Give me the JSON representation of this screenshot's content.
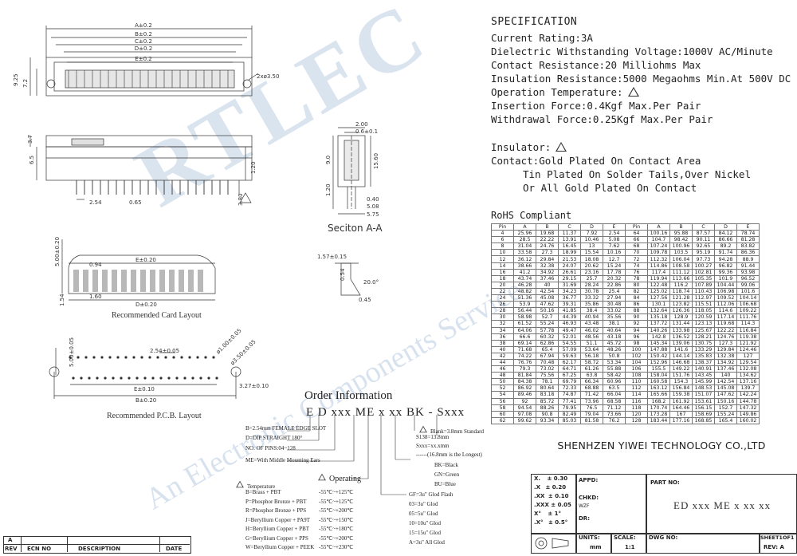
{
  "spec": {
    "title": "SPECIFICATION",
    "lines": [
      "Current Rating:3A",
      "Dielectric Withstanding Voltage:1000V AC/Minute",
      "Contact Resistance:20 Milliohms Max",
      "Insulation Resistance:5000 Megaohms Min.At 500V DC",
      "Operation Temperature:",
      "Insertion Force:0.4Kgf Max.Per Pair",
      "Withdrawal Force:0.25Kgf Max.Per Pair"
    ],
    "insulator": "Insulator:",
    "contact": "Contact:Gold Plated On Contact Area",
    "contact_2": "Tin Plated On Solder Tails,Over Nickel",
    "contact_3": "Or All Gold Plated On Contact"
  },
  "rohs": "RoHS Compliant",
  "dim_table": {
    "headers": [
      "Pin",
      "A",
      "B",
      "C",
      "D",
      "E",
      "Pin",
      "A",
      "B",
      "C",
      "D",
      "E"
    ],
    "rows": [
      [
        "4",
        "25.96",
        "19.68",
        "11.37",
        "7.92",
        "2.54",
        "64",
        "100.16",
        "95.88",
        "87.57",
        "84.12",
        "78.74"
      ],
      [
        "6",
        "28.5",
        "22.22",
        "13.91",
        "10.46",
        "5.08",
        "66",
        "104.7",
        "98.42",
        "90.11",
        "86.66",
        "81.28"
      ],
      [
        "8",
        "31.04",
        "24.76",
        "16.45",
        "13",
        "7.62",
        "68",
        "107.24",
        "100.96",
        "92.65",
        "89.2",
        "83.82"
      ],
      [
        "10",
        "33.58",
        "27.3",
        "18.99",
        "15.54",
        "10.16",
        "70",
        "109.78",
        "103.5",
        "95.19",
        "91.74",
        "86.36"
      ],
      [
        "12",
        "36.12",
        "29.84",
        "21.53",
        "18.08",
        "12.7",
        "72",
        "112.32",
        "106.04",
        "97.73",
        "94.28",
        "88.9"
      ],
      [
        "14",
        "38.66",
        "32.38",
        "24.07",
        "20.62",
        "15.24",
        "74",
        "114.86",
        "108.58",
        "100.27",
        "96.82",
        "91.44"
      ],
      [
        "16",
        "41.2",
        "34.92",
        "26.61",
        "23.16",
        "17.78",
        "76",
        "117.4",
        "111.12",
        "102.81",
        "99.36",
        "93.98"
      ],
      [
        "18",
        "43.74",
        "37.46",
        "29.15",
        "25.7",
        "20.32",
        "78",
        "119.94",
        "113.66",
        "105.35",
        "101.9",
        "96.52"
      ],
      [
        "20",
        "46.28",
        "40",
        "31.69",
        "28.24",
        "22.86",
        "80",
        "122.48",
        "116.2",
        "107.89",
        "104.44",
        "99.06"
      ],
      [
        "22",
        "48.82",
        "42.54",
        "34.23",
        "30.78",
        "25.4",
        "82",
        "125.02",
        "118.74",
        "110.43",
        "106.98",
        "101.6"
      ],
      [
        "24",
        "51.36",
        "45.08",
        "36.77",
        "33.32",
        "27.94",
        "84",
        "127.56",
        "121.28",
        "112.97",
        "109.52",
        "104.14"
      ],
      [
        "26",
        "53.9",
        "47.62",
        "39.31",
        "35.86",
        "30.48",
        "86",
        "130.1",
        "123.82",
        "115.51",
        "112.06",
        "106.68"
      ],
      [
        "28",
        "56.44",
        "50.16",
        "41.85",
        "38.4",
        "33.02",
        "88",
        "132.64",
        "126.36",
        "118.05",
        "114.6",
        "109.22"
      ],
      [
        "30",
        "58.98",
        "52.7",
        "44.39",
        "40.94",
        "35.56",
        "90",
        "135.18",
        "128.9",
        "120.59",
        "117.14",
        "111.76"
      ],
      [
        "32",
        "61.52",
        "55.24",
        "46.93",
        "43.48",
        "38.1",
        "92",
        "137.72",
        "131.44",
        "123.13",
        "119.68",
        "114.3"
      ],
      [
        "34",
        "64.06",
        "57.78",
        "49.47",
        "46.02",
        "40.64",
        "94",
        "140.26",
        "133.98",
        "125.67",
        "122.22",
        "116.84"
      ],
      [
        "36",
        "66.6",
        "60.32",
        "52.01",
        "48.56",
        "43.18",
        "96",
        "142.8",
        "136.52",
        "128.21",
        "124.76",
        "119.38"
      ],
      [
        "38",
        "69.14",
        "62.86",
        "54.55",
        "51.1",
        "45.72",
        "98",
        "145.34",
        "139.06",
        "130.75",
        "127.3",
        "121.92"
      ],
      [
        "40",
        "71.68",
        "65.4",
        "57.09",
        "53.64",
        "48.26",
        "100",
        "147.88",
        "141.6",
        "133.29",
        "129.84",
        "124.46"
      ],
      [
        "42",
        "74.22",
        "67.94",
        "59.63",
        "56.18",
        "50.8",
        "102",
        "150.42",
        "144.14",
        "135.83",
        "132.38",
        "127"
      ],
      [
        "44",
        "76.76",
        "70.48",
        "62.17",
        "58.72",
        "53.34",
        "104",
        "152.96",
        "146.68",
        "138.37",
        "134.92",
        "129.54"
      ],
      [
        "46",
        "79.3",
        "73.02",
        "64.71",
        "61.26",
        "55.88",
        "106",
        "155.5",
        "149.22",
        "140.91",
        "137.46",
        "132.08"
      ],
      [
        "48",
        "81.84",
        "75.56",
        "67.25",
        "63.8",
        "58.42",
        "108",
        "158.04",
        "151.76",
        "143.45",
        "140",
        "134.62"
      ],
      [
        "50",
        "84.38",
        "78.1",
        "69.79",
        "66.34",
        "60.96",
        "110",
        "160.58",
        "154.3",
        "145.99",
        "142.54",
        "137.16"
      ],
      [
        "52",
        "86.92",
        "80.64",
        "72.33",
        "68.88",
        "63.5",
        "112",
        "163.12",
        "156.84",
        "148.53",
        "145.08",
        "139.7"
      ],
      [
        "54",
        "89.46",
        "83.18",
        "74.87",
        "71.42",
        "66.04",
        "114",
        "165.66",
        "159.38",
        "151.07",
        "147.62",
        "142.24"
      ],
      [
        "56",
        "92",
        "85.72",
        "77.41",
        "73.96",
        "68.58",
        "116",
        "168.2",
        "161.92",
        "153.61",
        "150.16",
        "144.78"
      ],
      [
        "58",
        "94.54",
        "88.26",
        "79.95",
        "76.5",
        "71.12",
        "118",
        "170.74",
        "164.46",
        "156.15",
        "152.7",
        "147.32"
      ],
      [
        "60",
        "97.08",
        "90.8",
        "82.49",
        "79.04",
        "73.66",
        "120",
        "173.28",
        "167",
        "158.69",
        "155.24",
        "149.86"
      ],
      [
        "62",
        "99.62",
        "93.34",
        "85.03",
        "81.58",
        "76.2",
        "128",
        "183.44",
        "177.16",
        "168.85",
        "165.4",
        "160.02"
      ]
    ]
  },
  "company": "SHENHZEN YIWEI TECHNOLOGY CO.,LTD",
  "title_block": {
    "tolerances": [
      {
        "label": "X.",
        "value": "± 0.30"
      },
      {
        "label": ".X",
        "value": "± 0.20"
      },
      {
        "label": ".XX",
        "value": "± 0.10"
      },
      {
        "label": ".XXX",
        "value": "± 0.05"
      },
      {
        "label": "X°",
        "value": "± 1°"
      },
      {
        "label": ".X°",
        "value": "± 0.5°"
      }
    ],
    "appd": "APPD:",
    "chkd": "CHKD:",
    "chkd_sig": "WZF",
    "dr": "DR:",
    "part_no_label": "PART NO:",
    "part_no": "ED xxx ME x xx xx",
    "units_label": "UNITS:",
    "units": "mm",
    "scale_label": "SCALE:",
    "scale": "1:1",
    "dwg_no_label": "DWG NO:",
    "sheet_label": "SHEET1OF1",
    "rev_label": "REV: A",
    "rev_col": "REV",
    "ecn_col": "ECN NO",
    "desc_col": "DESCRIPTION",
    "date_col": "DATE",
    "rev_val": "A"
  },
  "order": {
    "title": "Order Information",
    "code": "E D xxx ME x xx BK - Sxxx",
    "left_notes": [
      "B=2.54mm FEMALE EDGE SLOT",
      "D=DIP STRAIGHT 180°",
      "NO. OF PINS:04~128",
      "ME=With Middle Mounting Ears"
    ],
    "tail_notes": [
      "Blank=3.8mm Standard",
      "S138=13.8mm",
      "Sxxx=xx.xmm",
      "------(16.8mm is the Longest)"
    ],
    "colors": [
      "BK=Black",
      "GN=Green",
      "BU=Blue"
    ],
    "temp_label": "Temperature",
    "operating_label": "Operating",
    "materials": [
      {
        "mat": "B=Brass + PBT",
        "range": "-55℃~+125℃"
      },
      {
        "mat": "P=Phosphor Bronze + PBT",
        "range": "-55℃~+125℃"
      },
      {
        "mat": "R=Phosphor Bronze + PPS",
        "range": "-55℃~+200℃"
      },
      {
        "mat": "J=Beryllium Copper + PA9T",
        "range": "-55℃~+150℃"
      },
      {
        "mat": "H=Beryllium Copper + PBT",
        "range": "-55℃~+180℃"
      },
      {
        "mat": "G=Beryllium Copper + PPS",
        "range": "-55℃~+200℃"
      },
      {
        "mat": "W=Beryllium Copper + PEEK",
        "range": "-55℃~+230℃"
      }
    ],
    "plating": [
      "GF=3u\" Glod Flash",
      "03=3u\" Glod",
      "05=5u\" Glod",
      "10=10u\" Glod",
      "15=15u\" Glod",
      "A=3u\" All Glod"
    ]
  },
  "drawing": {
    "dim_a": "A±0.2",
    "dim_b": "B±0.2",
    "dim_c": "C±0.2",
    "dim_d": "D±0.2",
    "dim_e": "E±0.2",
    "hole": "2xø3.50",
    "h925": "9.25",
    "h72": "7.2",
    "h37": "3.7",
    "h65": "6.5",
    "h120": "1.20",
    "h380": "3.80",
    "p254": "2.54",
    "p065": "0.65",
    "sec_200": "2.00",
    "sec_06": "0.6±0.1",
    "sec_90": "9.0",
    "sec_1560": "15.60",
    "sec_120": "1.20",
    "sec_040": "0.40",
    "sec_508": "5.08",
    "sec_575": "5.75",
    "section_caption": "Seciton A-A",
    "card_caption": "Recommended Card Layout",
    "card_e": "E±0.20",
    "card_094": "0.94",
    "card_d": "D±0.20",
    "card_160": "1.60",
    "card_154": "1.54",
    "card_500": "5.00±0.20",
    "pcb_caption": "Recommended P.C.B. Layout",
    "pcb_254": "2.54±0.05",
    "pcb_500": "5.00±0.05",
    "pcb_100": "ø1.00±0.05",
    "pcb_350": "ø3.50±0.05",
    "pcb_e": "E±0.10",
    "pcb_b": "B±0.20",
    "pcb_327": "3.27±0.10",
    "bev_157": "1.57±0.15",
    "bev_54": "0.54",
    "bev_20": "20.0°",
    "bev_045": "0.45"
  },
  "watermark": "RTLEC",
  "watermark_sub": "An Electronic Components Service"
}
